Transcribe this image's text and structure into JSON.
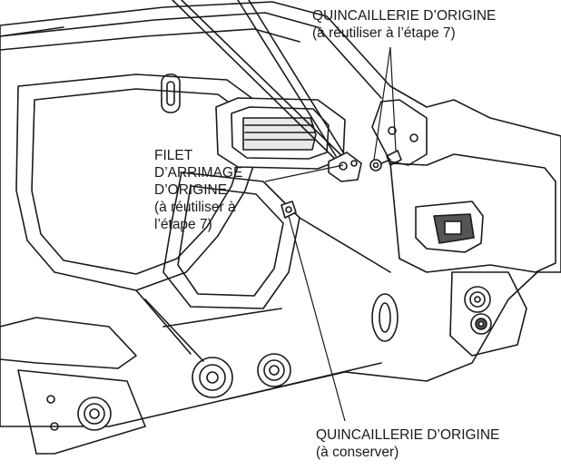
{
  "labels": {
    "hardware_top": {
      "line1": "QUINCAILLERIE D’ORIGINE",
      "line2": "(à réutiliser à l’étape 7)"
    },
    "cargo_net": {
      "line1": "FILET",
      "line2": "D’ARRIMAGE",
      "line3": "D’ORIGINE",
      "line4": "(à réutiliser à",
      "line5": "l’étape 7)"
    },
    "hardware_bottom": {
      "line1": "QUINCAILLERIE D’ORIGINE",
      "line2": "(à conserver)"
    }
  },
  "colors": {
    "line": "#1a1a1a",
    "fill": "#ffffff",
    "shade": "#e8e8e8",
    "dark_fill": "#555555"
  }
}
